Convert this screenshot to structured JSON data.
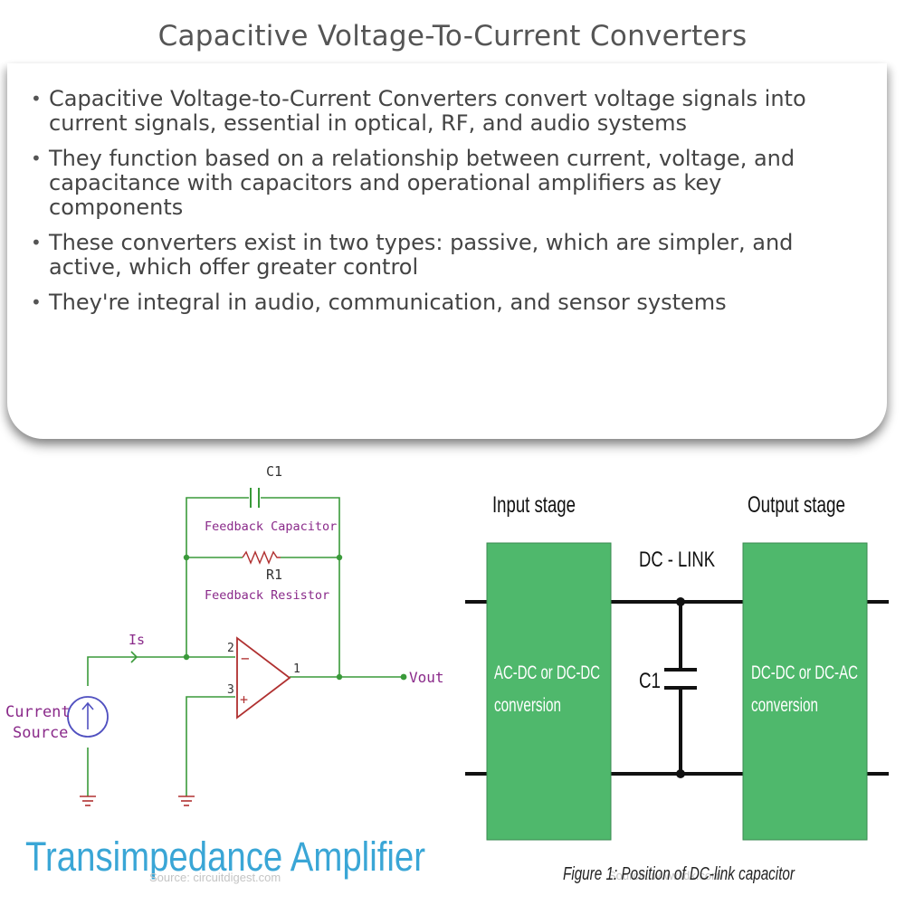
{
  "title": "Capacitive Voltage-To-Current Converters",
  "bullets": [
    "Capacitive Voltage-to-Current Converters convert voltage signals into current signals, essential in optical, RF, and audio systems",
    "They function based on a relationship between current, voltage, and capacitance with capacitors and operational amplifiers as key components",
    "These converters exist in two types: passive, which are simpler, and active, which offer greater control",
    "They're integral in audio, communication, and sensor systems"
  ],
  "tia": {
    "c1_label": "C1",
    "feedback_capacitor": "Feedback Capacitor",
    "r1_label": "R1",
    "feedback_resistor": "Feedback Resistor",
    "is_label": "Is",
    "pin2": "2",
    "pin3": "3",
    "pin1": "1",
    "minus": "−",
    "plus": "+",
    "vout": "Vout",
    "source_line1": "Current",
    "source_line2": "Source",
    "caption": "Transimpedance Amplifier",
    "credit": "Source: circuitdigest.com"
  },
  "dclink": {
    "input_stage": "Input stage",
    "output_stage": "Output stage",
    "dc_link": "DC - LINK",
    "c1": "C1",
    "left_block_line1": "AC-DC or DC-DC",
    "left_block_line2": "conversion",
    "right_block_line1": "DC-DC or DC-AC",
    "right_block_line2": "conversion",
    "figure_caption": "Figure 1: Position of DC-link capacitor",
    "credit": "Source: www.tdk.com"
  },
  "colors": {
    "wire_green": "#3a9a3a",
    "opamp_red": "#b03030",
    "label_purple": "#8a2a8a",
    "source_blue": "#5050c0",
    "caption_blue": "#3aa6d6",
    "block_green": "#4fb86c"
  }
}
